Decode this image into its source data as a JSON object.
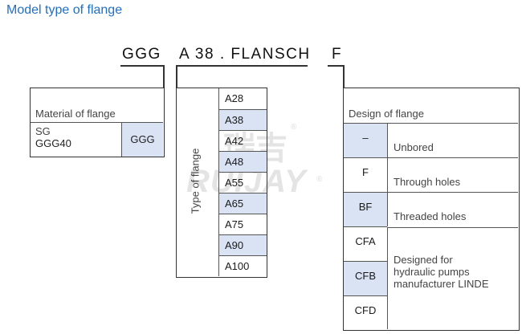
{
  "title": "Model type of flange",
  "code": {
    "material": "GGG",
    "type": "A 38 . FLANSCH",
    "design": "F"
  },
  "material_box": {
    "header": "Material of flange",
    "rows": [
      {
        "description_line1": "SG",
        "description_line2": "GGG40",
        "code": "GGG",
        "highlight": true
      }
    ]
  },
  "type_box": {
    "label": "Type of flange",
    "rows": [
      {
        "code": "A28",
        "highlight": false
      },
      {
        "code": "A38",
        "highlight": true
      },
      {
        "code": "A42",
        "highlight": false
      },
      {
        "code": "A48",
        "highlight": true
      },
      {
        "code": "A55",
        "highlight": false
      },
      {
        "code": "A65",
        "highlight": true
      },
      {
        "code": "A75",
        "highlight": false
      },
      {
        "code": "A90",
        "highlight": true
      },
      {
        "code": "A100",
        "highlight": false
      }
    ]
  },
  "design_box": {
    "header": "Design of flange",
    "rows": [
      {
        "code": "–",
        "description": "Unbored",
        "highlight": true
      },
      {
        "code": "F",
        "description": "Through holes",
        "highlight": false
      },
      {
        "code": "BF",
        "description": "Threaded holes",
        "highlight": true
      },
      {
        "code": "CFA",
        "highlight": false
      },
      {
        "code": "CFB",
        "highlight": true
      },
      {
        "code": "CFD",
        "highlight": false
      }
    ],
    "linde_description": [
      "Designed for",
      "hydraulic pumps",
      "manufacturer LINDE"
    ]
  },
  "watermark": {
    "chinese": "瑞吉",
    "latin": "RUIJAY",
    "mark": "®"
  },
  "colors": {
    "title": "#1f6fc6",
    "highlight": "#d9e3f4",
    "line": "#333333"
  }
}
